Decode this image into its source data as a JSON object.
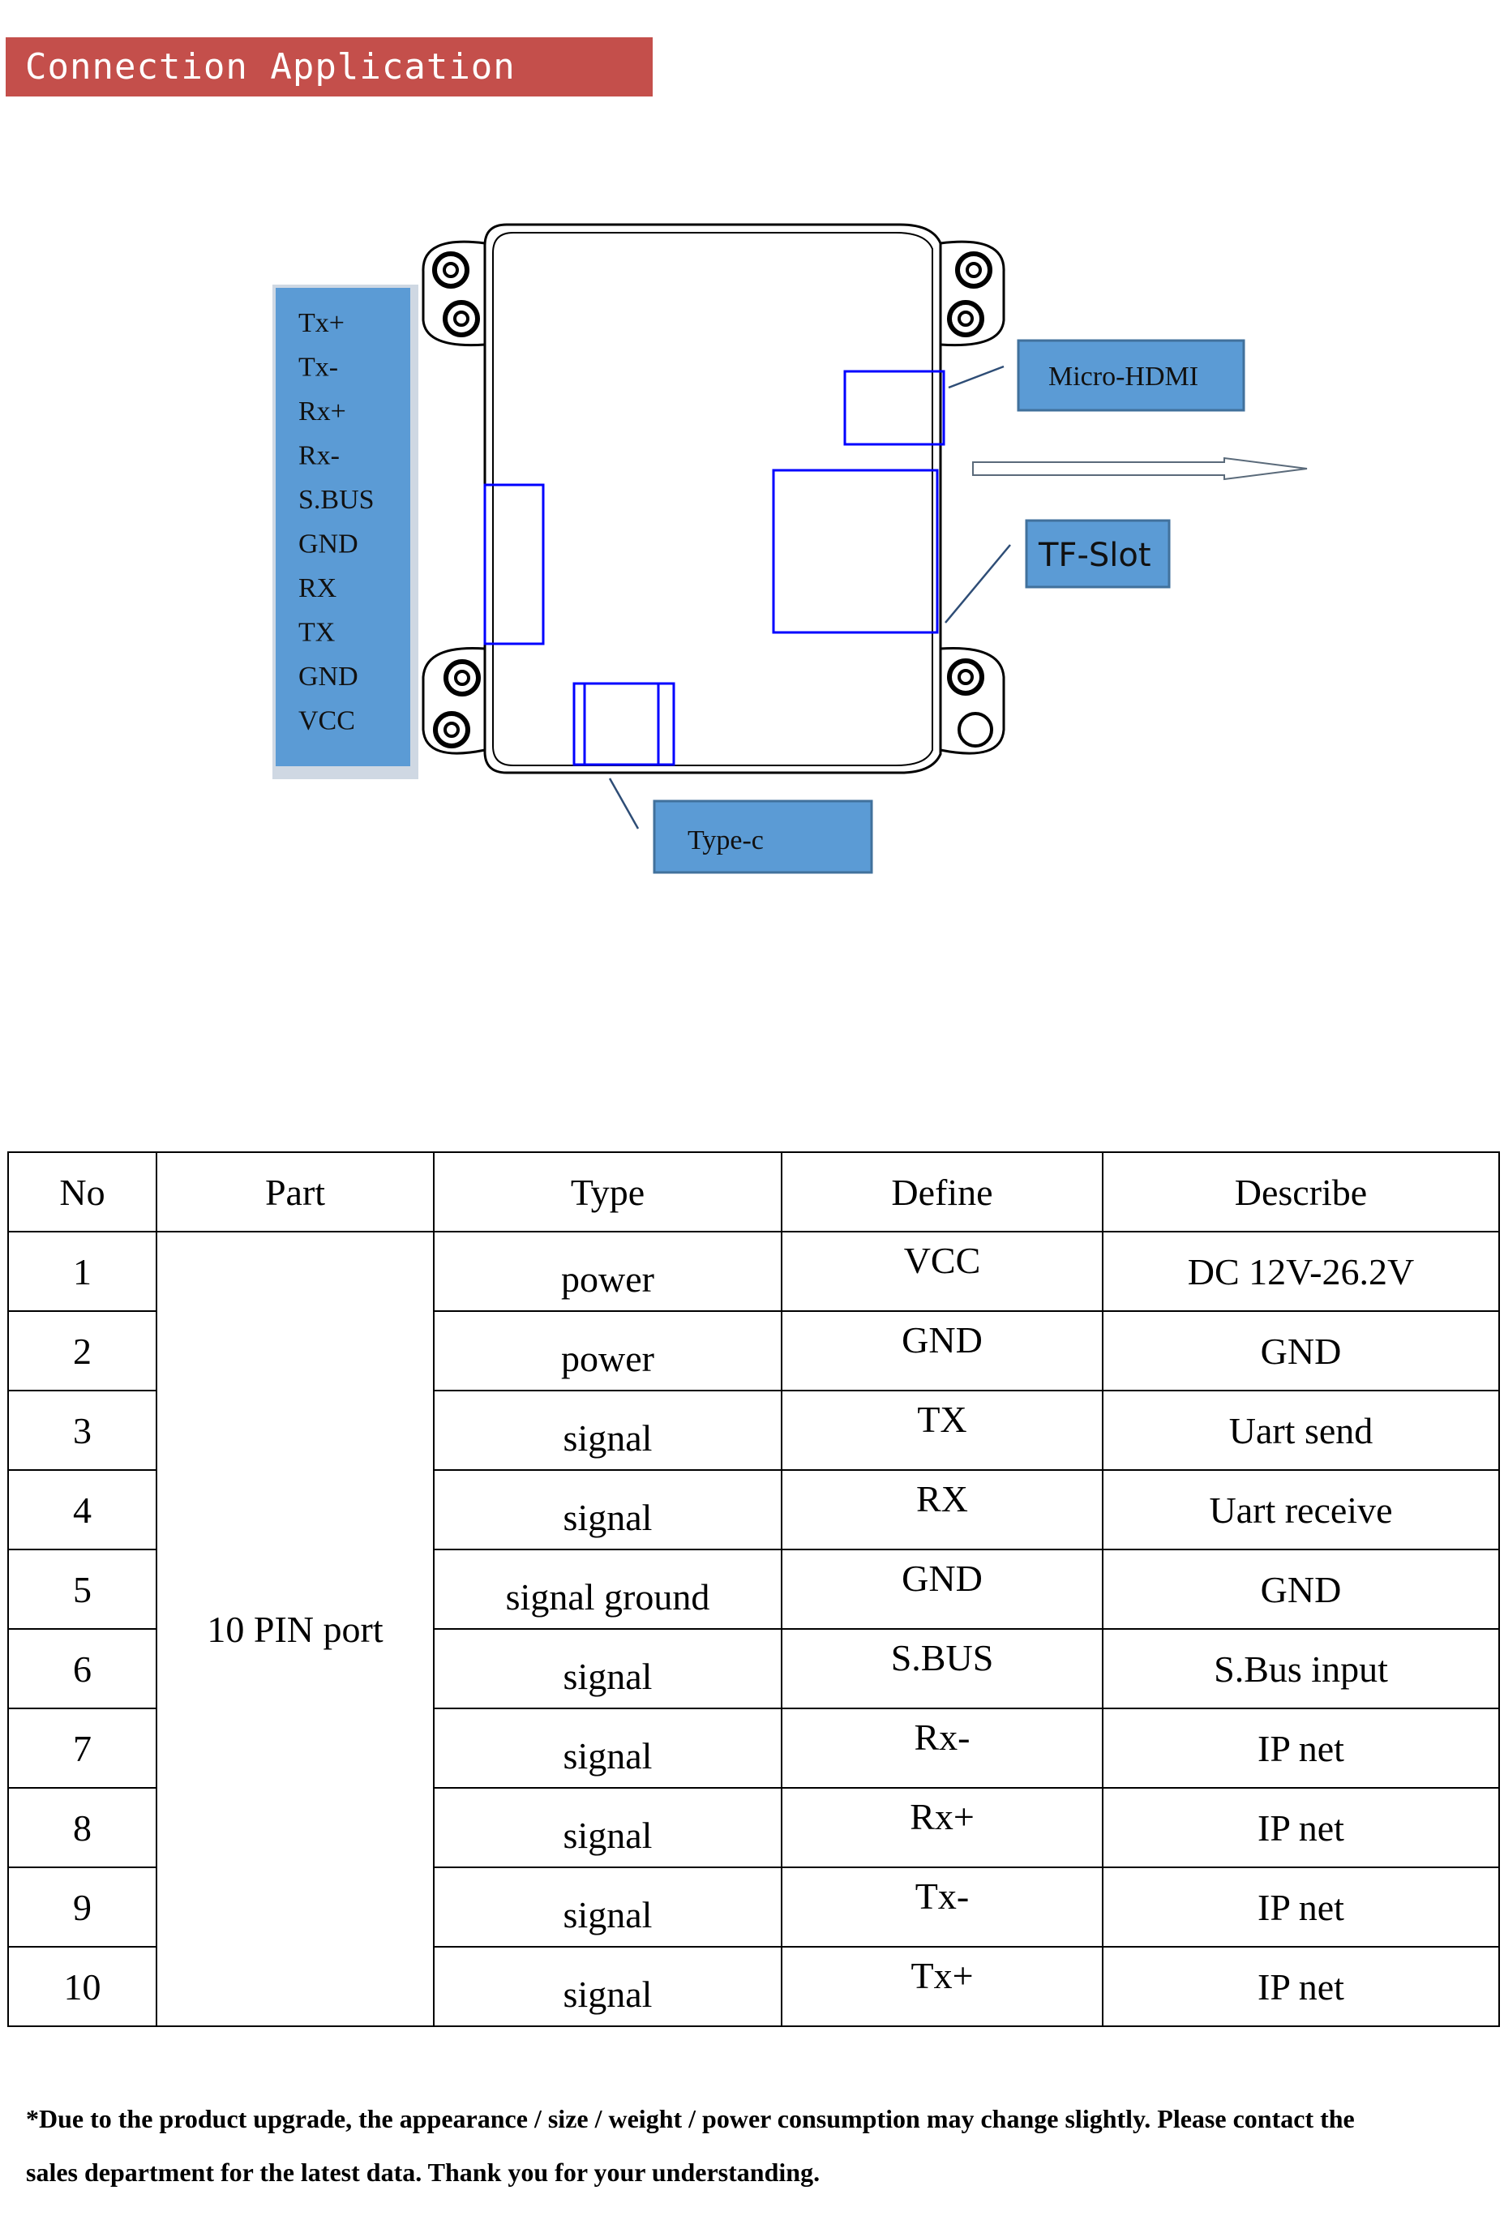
{
  "header": {
    "title": "Connection Application Diagram"
  },
  "diagram": {
    "pin_labels": [
      "Tx+",
      "Tx-",
      "Rx+",
      "Rx-",
      "S.BUS",
      "GND",
      "RX",
      "TX",
      "GND",
      "VCC"
    ],
    "callouts": {
      "micro_hdmi": "Micro-HDMI",
      "tf_slot": "TF-Slot",
      "type_c": "Type-c"
    },
    "colors": {
      "label_box": "#5b9bd5",
      "label_border": "#41719c",
      "connector_outline": "#0000ff",
      "board_outline": "#000000"
    }
  },
  "table": {
    "headers": [
      "No",
      "Part",
      "Type",
      "Define",
      "Describe"
    ],
    "part_merged": "10 PIN port",
    "rows": [
      {
        "no": "1",
        "type": "power",
        "define": "VCC",
        "describe": "DC 12V-26.2V"
      },
      {
        "no": "2",
        "type": "power",
        "define": "GND",
        "describe": "GND"
      },
      {
        "no": "3",
        "type": "signal",
        "define": "TX",
        "describe": "Uart send"
      },
      {
        "no": "4",
        "type": "signal",
        "define": "RX",
        "describe": "Uart receive"
      },
      {
        "no": "5",
        "type": "signal ground",
        "define": "GND",
        "describe": "GND"
      },
      {
        "no": "6",
        "type": "signal",
        "define": "S.BUS",
        "describe": "S.Bus input"
      },
      {
        "no": "7",
        "type": "signal",
        "define": "Rx-",
        "describe": "IP net"
      },
      {
        "no": "8",
        "type": "signal",
        "define": "Rx+",
        "describe": "IP net"
      },
      {
        "no": "9",
        "type": "signal",
        "define": "Tx-",
        "describe": "IP net"
      },
      {
        "no": "10",
        "type": "signal",
        "define": "Tx+",
        "describe": "IP net"
      }
    ]
  },
  "footnote": {
    "line1": "*Due to the product upgrade, the appearance / size / weight / power consumption may change slightly. Please contact the",
    "line2": "sales department for the latest data. Thank you for your understanding."
  }
}
